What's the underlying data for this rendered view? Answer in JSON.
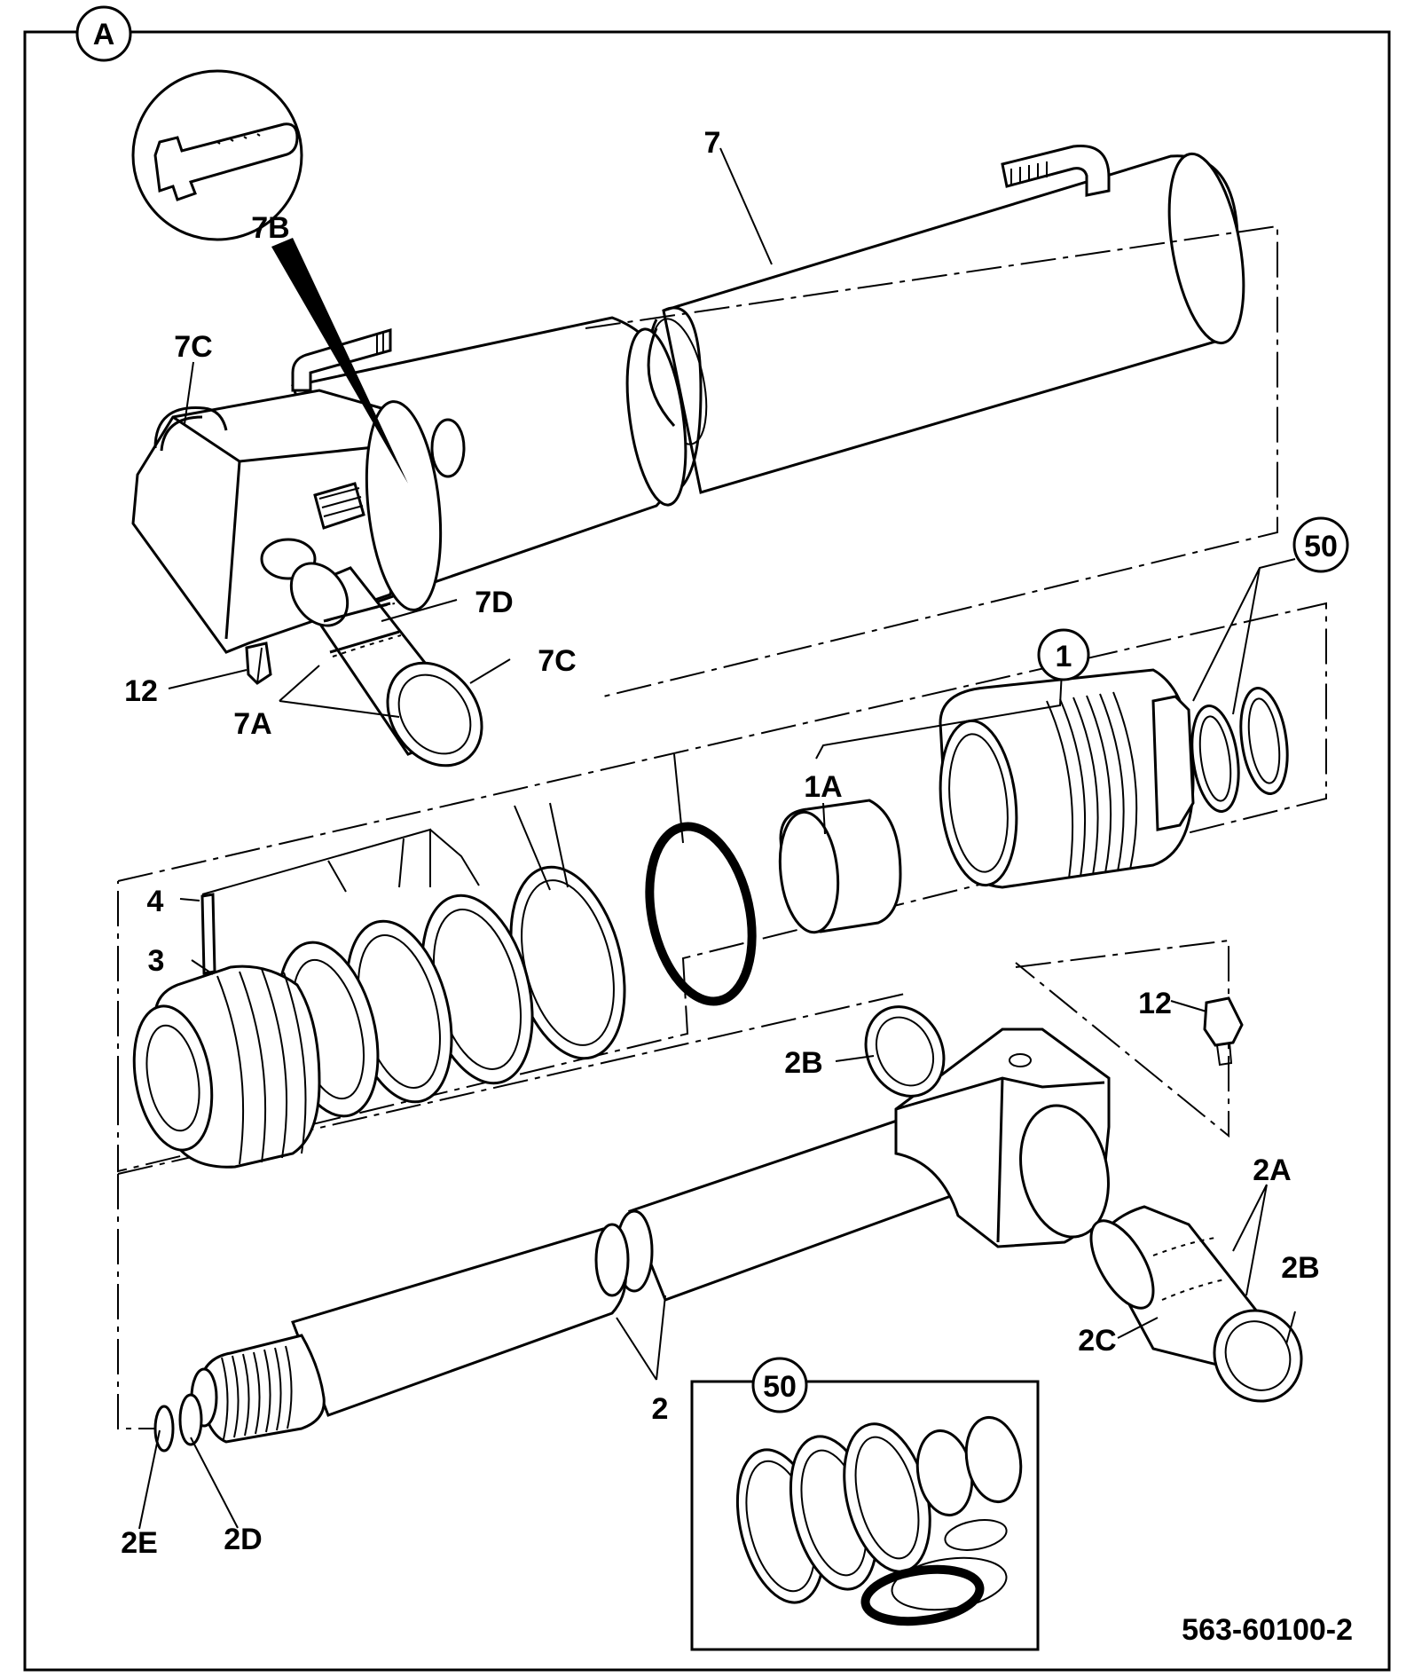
{
  "diagram": {
    "view_label": "A",
    "drawing_number": "563-60100-2",
    "callouts": {
      "7": "7",
      "7B": "7B",
      "7C_top": "7C",
      "7D": "7D",
      "7C_right": "7C",
      "12_top": "12",
      "7A": "7A",
      "50_main": "50",
      "1": "1",
      "1A": "1A",
      "4": "4",
      "3": "3",
      "12_right": "12",
      "2B_left": "2B",
      "2A": "2A",
      "2B_right": "2B",
      "2C": "2C",
      "2": "2",
      "50_inset": "50",
      "2E": "2E",
      "2D": "2D"
    }
  }
}
